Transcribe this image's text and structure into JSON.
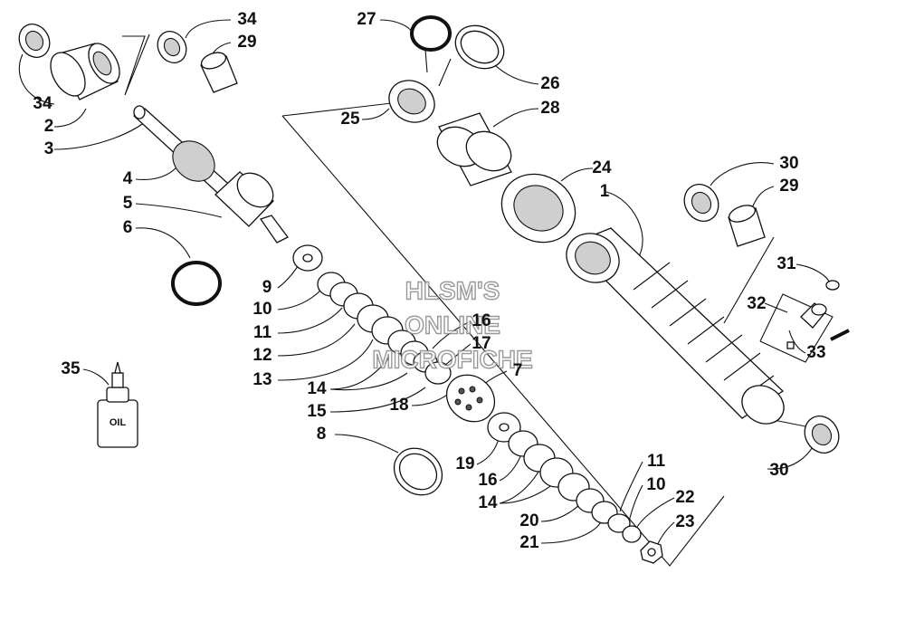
{
  "watermark": [
    "HLSM'S",
    "ONLINE",
    "MICROFICHE"
  ],
  "oil_label": "OIL",
  "callouts": [
    "34",
    "29",
    "34",
    "2",
    "3",
    "4",
    "5",
    "6",
    "9",
    "10",
    "11",
    "12",
    "13",
    "14",
    "15",
    "18",
    "8",
    "16",
    "17",
    "7",
    "19",
    "16",
    "14",
    "20",
    "21",
    "11",
    "10",
    "22",
    "23",
    "27",
    "26",
    "25",
    "28",
    "24",
    "1",
    "30",
    "29",
    "31",
    "32",
    "33",
    "30",
    "35"
  ]
}
